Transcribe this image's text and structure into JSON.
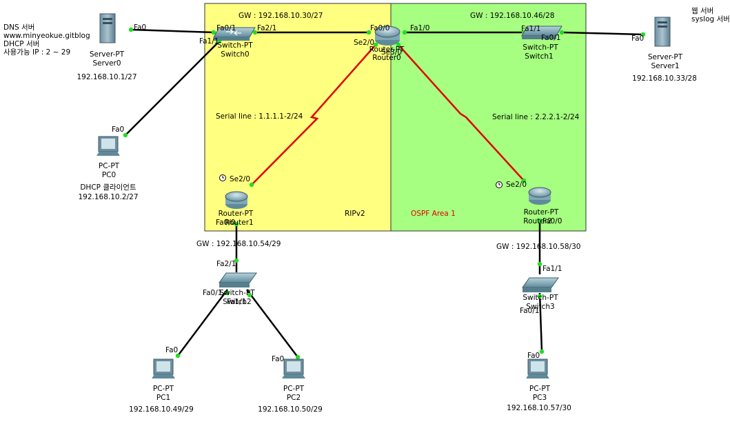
{
  "areas": {
    "rip": "RIPv2",
    "ospf": "OSPF Area 1"
  },
  "gateways": {
    "switch0": "GW : 192.168.10.30/27",
    "switch1": "GW : 192.168.10.46/28",
    "router1": "GW : 192.168.10.54/29",
    "router2": "GW : 192.168.10.58/30"
  },
  "serial_lines": {
    "left": "Serial line : 1.1.1.1-2/24",
    "right": "Serial line : 2.2.2.1-2/24"
  },
  "notes": {
    "server0": [
      "DNS 서버",
      "www.minyeokue.gitblog",
      "DHCP 서버",
      "사용가능 IP : 2 ~ 29"
    ],
    "server1": [
      "웹 서버",
      "syslog 서버"
    ]
  },
  "devices": {
    "server0": {
      "type": "Server-PT",
      "name": "Server0",
      "ip": "192.168.10.1/27"
    },
    "server1": {
      "type": "Server-PT",
      "name": "Server1",
      "ip": "192.168.10.33/28"
    },
    "switch0": {
      "type": "Switch-PT",
      "name": "Switch0"
    },
    "switch1": {
      "type": "Switch-PT",
      "name": "Switch1"
    },
    "switch2": {
      "type": "Switch-PT",
      "name": "Switch2"
    },
    "switch3": {
      "type": "Switch-PT",
      "name": "Switch3"
    },
    "router0": {
      "type": "Router-PT",
      "name": "Router0"
    },
    "router1": {
      "type": "Router-PT",
      "name": "Router1"
    },
    "router2": {
      "type": "Router-PT",
      "name": "Router2"
    },
    "pc0": {
      "type": "PC-PT",
      "name": "PC0",
      "role": "DHCP 클라이언트",
      "ip": "192.168.10.2/27"
    },
    "pc1": {
      "type": "PC-PT",
      "name": "PC1",
      "ip": "192.168.10.49/29"
    },
    "pc2": {
      "type": "PC-PT",
      "name": "PC2",
      "ip": "192.168.10.50/29"
    },
    "pc3": {
      "type": "PC-PT",
      "name": "PC3",
      "ip": "192.168.10.57/30"
    }
  },
  "ports": {
    "server0_fa0": "Fa0",
    "sw0_fa01": "Fa0/1",
    "sw0_fa21": "Fa2/1",
    "sw0_fa11": "Fa1/1",
    "r0_fa00": "Fa0/0",
    "r0_fa10": "Fa1/0",
    "r0_se20": "Se2/0",
    "r0_se30": "Se3/0",
    "sw1_fa11": "Fa1/1",
    "sw1_fa01": "Fa0/1",
    "server1_fa0": "Fa0",
    "pc0_fa0": "Fa0",
    "r1_se20": "Se2/0",
    "r1_fa00": "Fa0/0",
    "r2_se20": "Se2/0",
    "r2_fa00": "Fa0/0",
    "sw2_fa21": "Fa2/1",
    "sw2_fa01": "Fa0/1",
    "sw2_fa11": "Fa1/1",
    "sw3_fa11": "Fa1/1",
    "sw3_fa01": "Fa0/1",
    "pc1_fa0": "Fa0",
    "pc2_fa0": "Fa0",
    "pc3_fa0": "Fa0"
  },
  "colors": {
    "rip_area": "#ffff80",
    "ospf_area": "#a6ff80",
    "ethernet": "#000000",
    "serial": "#e00000",
    "port_dot": "#22dd22"
  }
}
